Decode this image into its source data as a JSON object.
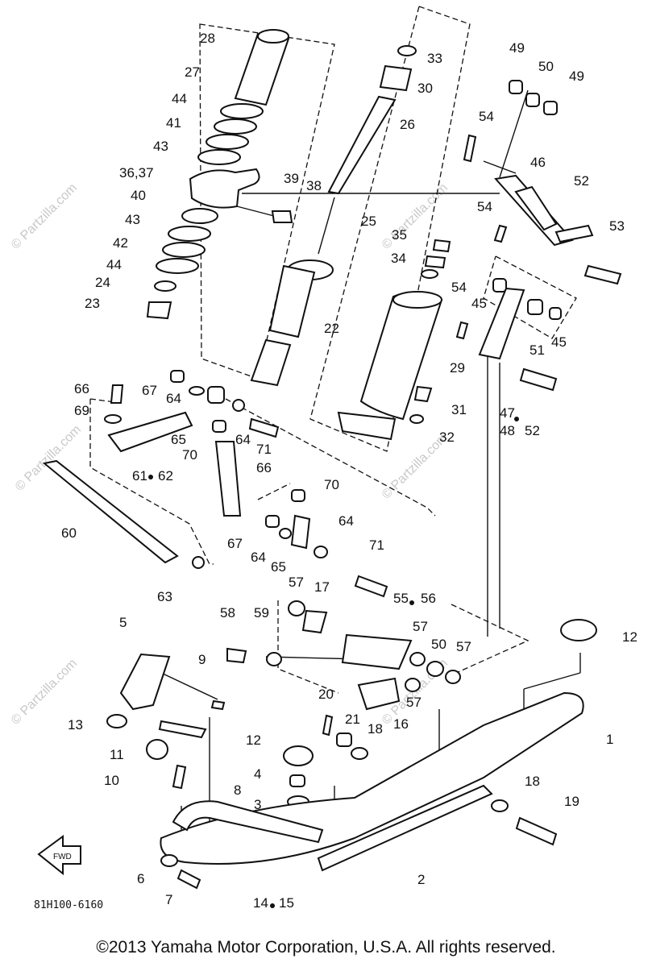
{
  "watermark": "© Partzilla.com",
  "diagram_code": "81H100-6160",
  "fwd_label": "FWD",
  "copyright": "©2013  Yamaha Motor Corporation, U.S.A. All rights reserved.",
  "callouts": [
    "28",
    "27",
    "44",
    "41",
    "43",
    "36,37",
    "40",
    "43",
    "42",
    "44",
    "24",
    "23",
    "33",
    "30",
    "26",
    "39",
    "38",
    "25",
    "22",
    "49",
    "50",
    "49",
    "54",
    "46",
    "52",
    "53",
    "54",
    "35",
    "34",
    "54",
    "45",
    "51",
    "45",
    "29",
    "31",
    "32",
    "47",
    "48",
    "52",
    "66",
    "67",
    "64",
    "69",
    "65",
    "64",
    "71",
    "70",
    "61",
    "62",
    "66",
    "60",
    "63",
    "70",
    "67",
    "64",
    "65",
    "64",
    "71",
    "57",
    "17",
    "55",
    "56",
    "58",
    "59",
    "57",
    "50",
    "57",
    "5",
    "9",
    "13",
    "11",
    "10",
    "12",
    "4",
    "3",
    "8",
    "6",
    "7",
    "20",
    "21",
    "18",
    "16",
    "57",
    "12",
    "1",
    "18",
    "19",
    "2",
    "14",
    "15"
  ]
}
